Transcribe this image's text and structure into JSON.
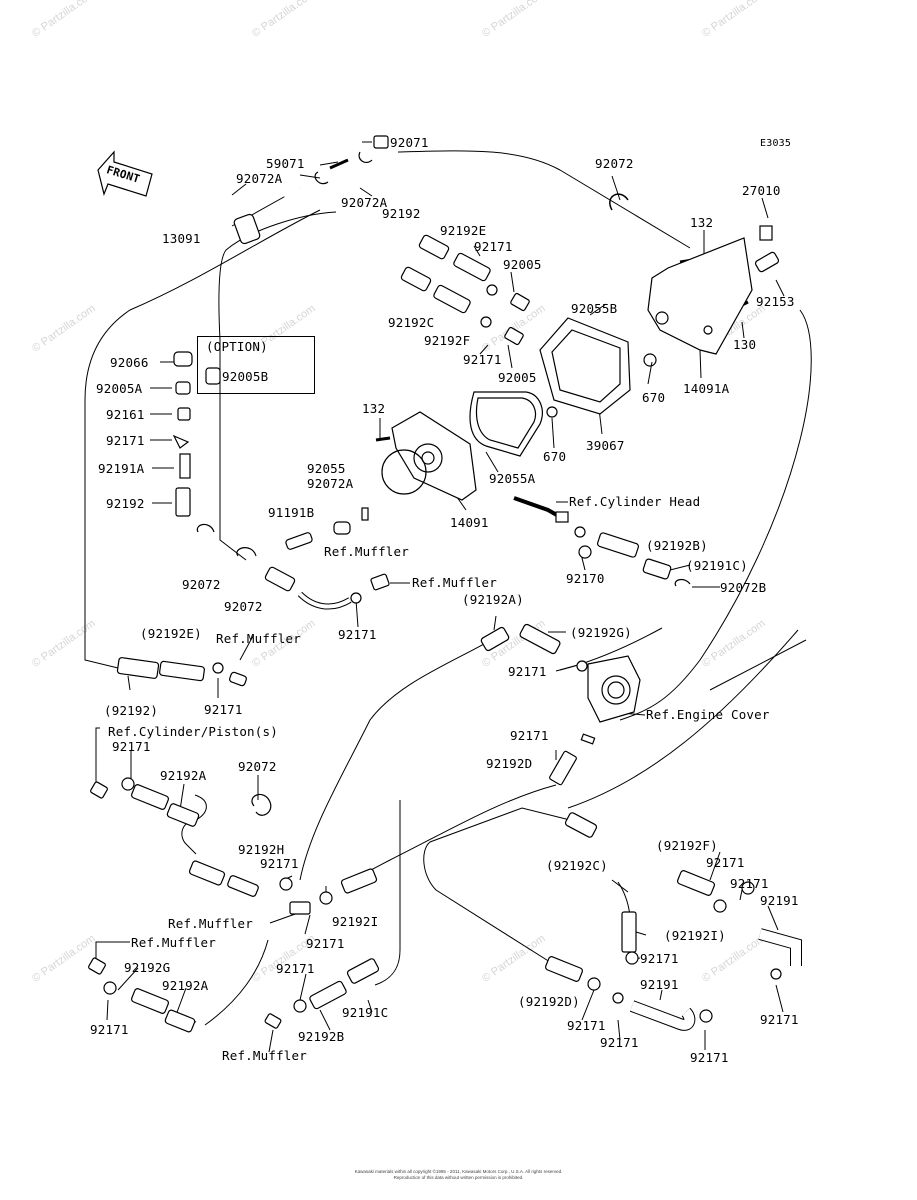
{
  "diagram_code": "E3035",
  "front_arrow_text": "FRONT",
  "option_box_title": "(OPTION)",
  "watermark_text": "© Partzilla.com",
  "copyright_line1": "Kawasaki materials within all copyright ©1995 - 2011, Kawasaki Motors Corp., U.S.A. All rights reserved.",
  "copyright_line2": "Reproduction of this data without written permission is prohibited.",
  "labels": [
    "92071",
    "59071",
    "92072A",
    "92072A",
    "92072",
    "27010",
    "E3035",
    "13091",
    "92192",
    "92192E",
    "92171",
    "92005",
    "132",
    "92153",
    "92192C",
    "92192F",
    "92171",
    "92005",
    "92055B",
    "130",
    "14091A",
    "670",
    "670",
    "39067",
    "92066",
    "92005A",
    "92005B",
    "92161",
    "92171",
    "92191A",
    "92192",
    "132",
    "92055",
    "92072A",
    "92055A",
    "Ref.Cylinder Head",
    "91191B",
    "Ref.Muffler",
    "14091",
    "(92192B)",
    "92170",
    "(92191C)",
    "92072B",
    "92072",
    "92072",
    "Ref.Muffler",
    "92171",
    "(92192A)",
    "(92192E)",
    "Ref.Muffler",
    "(92192G)",
    "92171",
    "92171",
    "(92192)",
    "Ref.Engine Cover",
    "Ref.Cylinder/Piston(s)",
    "92171",
    "92171",
    "92192D",
    "92192A",
    "92072",
    "(92192F)",
    "92192H",
    "92171",
    "(92192C)",
    "92171",
    "92171",
    "92191",
    "Ref.Muffler",
    "92192I",
    "92171",
    "(92192I)",
    "92171",
    "Ref.Muffler",
    "92192G",
    "92192A",
    "92171",
    "92191C",
    "(92192D)",
    "92191",
    "92171",
    "92171",
    "92192B",
    "92171",
    "92171",
    "Ref.Muffler",
    "92171"
  ]
}
